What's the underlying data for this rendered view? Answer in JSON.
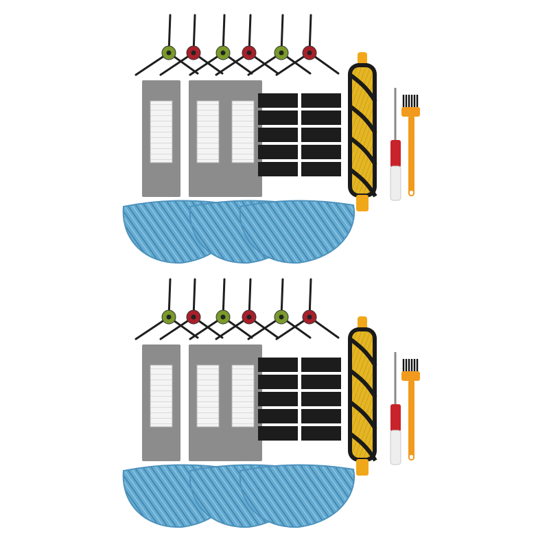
{
  "image": {
    "alt": "",
    "background": "#ffffff"
  },
  "kits": [
    {
      "id": "kit-top",
      "side_brushes": {
        "count": 6,
        "hub_colors": [
          "#7a9a2c",
          "#a8202a",
          "#7a9a2c",
          "#a8202a",
          "#7a9a2c",
          "#a8202a"
        ],
        "arm_color": "#1e1e1e"
      },
      "hepa_filters": {
        "count": 3,
        "frame_color": "#8c8c8c",
        "pleat_color": "#f2f2f2"
      },
      "sponge_pads": {
        "count": 10,
        "color": "#1c1c1c"
      },
      "main_brush": {
        "count": 1,
        "bristle_color": "#e3b522",
        "body_color": "#1a1a1a",
        "end_color": "#f0a81a"
      },
      "screwdriver": {
        "count": 1,
        "handle_color": "#c8222a"
      },
      "cleaning_brush": {
        "count": 1,
        "color": "#f29a1d"
      },
      "mop_pads": {
        "count": 3,
        "color": "#5fa8cf",
        "stripe_color": "#3c7ea6"
      }
    },
    {
      "id": "kit-bottom",
      "side_brushes": {
        "count": 6,
        "hub_colors": [
          "#7a9a2c",
          "#a8202a",
          "#7a9a2c",
          "#a8202a",
          "#7a9a2c",
          "#a8202a"
        ],
        "arm_color": "#1e1e1e"
      },
      "hepa_filters": {
        "count": 3,
        "frame_color": "#8c8c8c",
        "pleat_color": "#f2f2f2"
      },
      "sponge_pads": {
        "count": 10,
        "color": "#1c1c1c"
      },
      "main_brush": {
        "count": 1,
        "bristle_color": "#e3b522",
        "body_color": "#1a1a1a",
        "end_color": "#f0a81a"
      },
      "screwdriver": {
        "count": 1,
        "handle_color": "#c8222a"
      },
      "cleaning_brush": {
        "count": 1,
        "color": "#f29a1d"
      },
      "mop_pads": {
        "count": 3,
        "color": "#5fa8cf",
        "stripe_color": "#3c7ea6"
      }
    }
  ]
}
